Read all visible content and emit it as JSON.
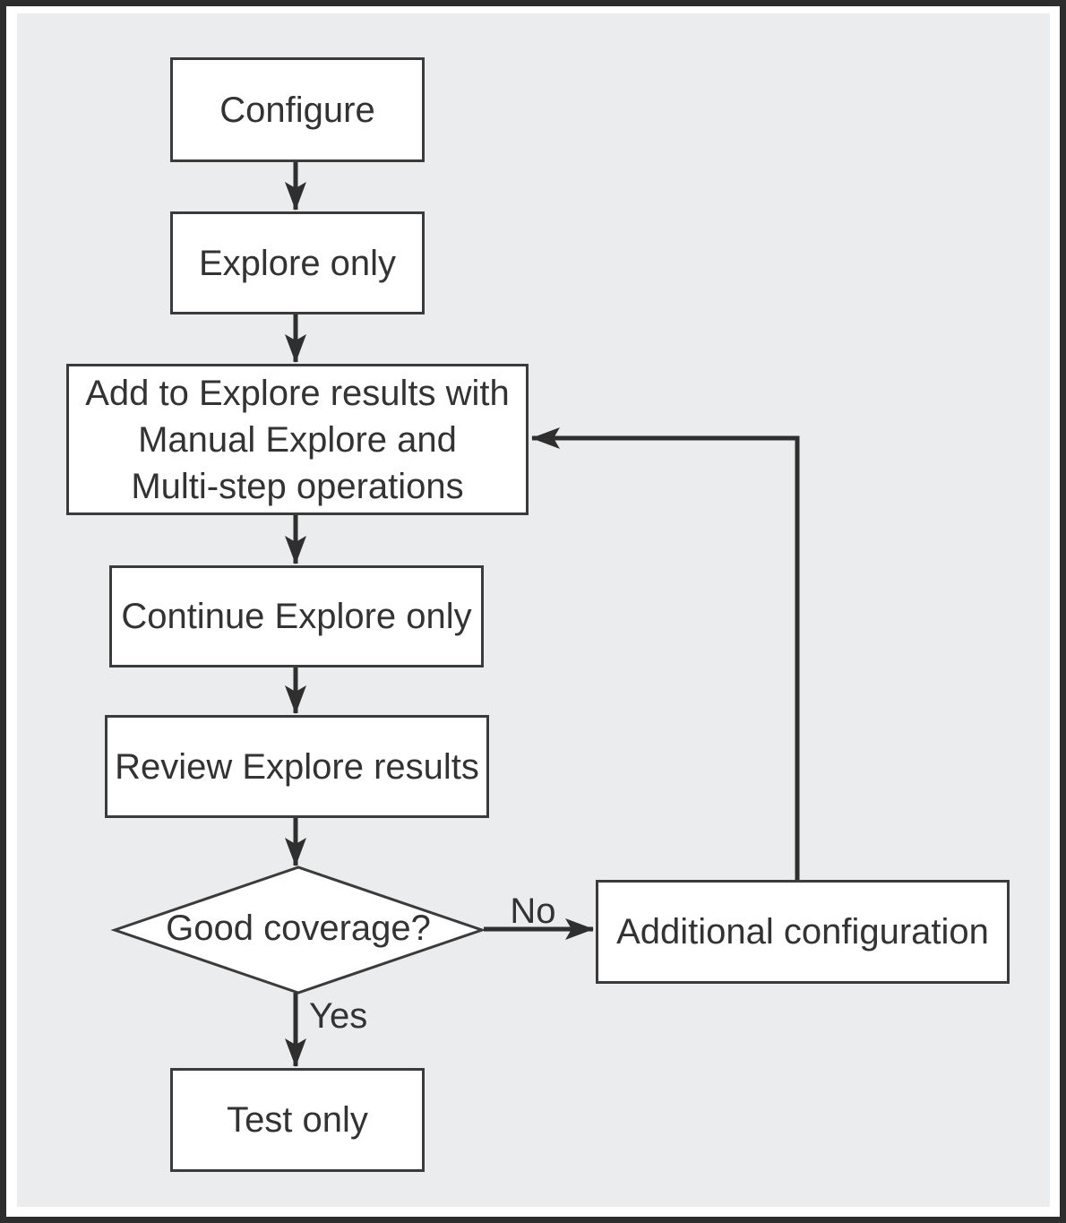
{
  "diagram": {
    "type": "flowchart",
    "nodes": {
      "configure": {
        "label": "Configure"
      },
      "explore_only": {
        "label": "Explore only"
      },
      "add_explore": {
        "lines": [
          "Add to Explore results with",
          "Manual Explore and",
          "Multi-step operations"
        ]
      },
      "continue_explore": {
        "label": "Continue Explore only"
      },
      "review_results": {
        "label": "Review Explore results"
      },
      "good_coverage": {
        "label": "Good coverage?"
      },
      "additional_config": {
        "label": "Additional configuration"
      },
      "test_only": {
        "label": "Test only"
      }
    },
    "edge_labels": {
      "no": "No",
      "yes": "Yes"
    },
    "colors": {
      "frame_border": "#2d2d2d",
      "panel_background": "#ebeced",
      "node_background": "#ffffff",
      "node_border": "#3b3b3b",
      "connector": "#2f2f2f",
      "text": "#333333"
    }
  }
}
